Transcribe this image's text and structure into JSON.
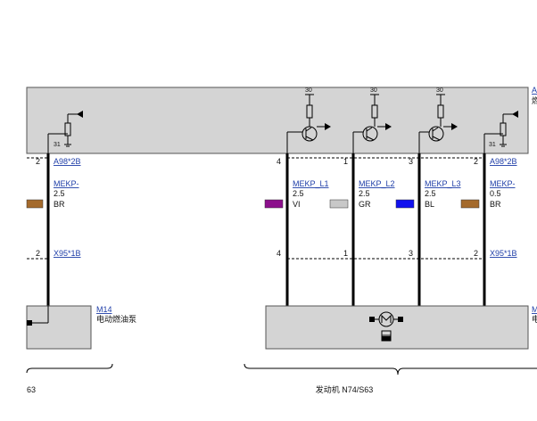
{
  "colors": {
    "box_fill": "#d4d4d4",
    "box_stroke": "#555555",
    "wire": "#000000",
    "link": "#1f3ea8",
    "brown": "#a46a2c",
    "violet": "#8c0f8c",
    "grey": "#c8c8c8",
    "blue": "#1010ee"
  },
  "top_box": {
    "label_letter": "A",
    "label_cn": "燃",
    "supply_voltage": "30",
    "ground_number": "31"
  },
  "connectors": {
    "a98": "A98*2B",
    "x95": "X95*1B"
  },
  "wires": [
    {
      "id": "w_left",
      "name": "MEKP-",
      "gauge": "2.5",
      "color": "BR",
      "pin_top": "2",
      "pin_bottom": "2",
      "swatch": "brown"
    },
    {
      "id": "w_l1",
      "name": "MEKP_L1",
      "gauge": "2.5",
      "color": "VI",
      "pin_top": "4",
      "pin_bottom": "4",
      "swatch": "violet"
    },
    {
      "id": "w_l2",
      "name": "MEKP_L2",
      "gauge": "2.5",
      "color": "GR",
      "pin_top": "1",
      "pin_bottom": "1",
      "swatch": "grey"
    },
    {
      "id": "w_l3",
      "name": "MEKP_L3",
      "gauge": "2.5",
      "color": "BL",
      "pin_top": "3",
      "pin_bottom": "3",
      "swatch": "blue"
    },
    {
      "id": "w_right",
      "name": "MEKP-",
      "gauge": "0.5",
      "color": "BR",
      "pin_top": "2",
      "pin_bottom": "2",
      "swatch": "brown"
    }
  ],
  "components": {
    "m14_code": "M14",
    "m14_name": "电动燃油泵",
    "motor_code": "M",
    "motor_name": "电"
  },
  "footer": {
    "left_text": "63",
    "center_text": "发动机 N74/S63"
  }
}
